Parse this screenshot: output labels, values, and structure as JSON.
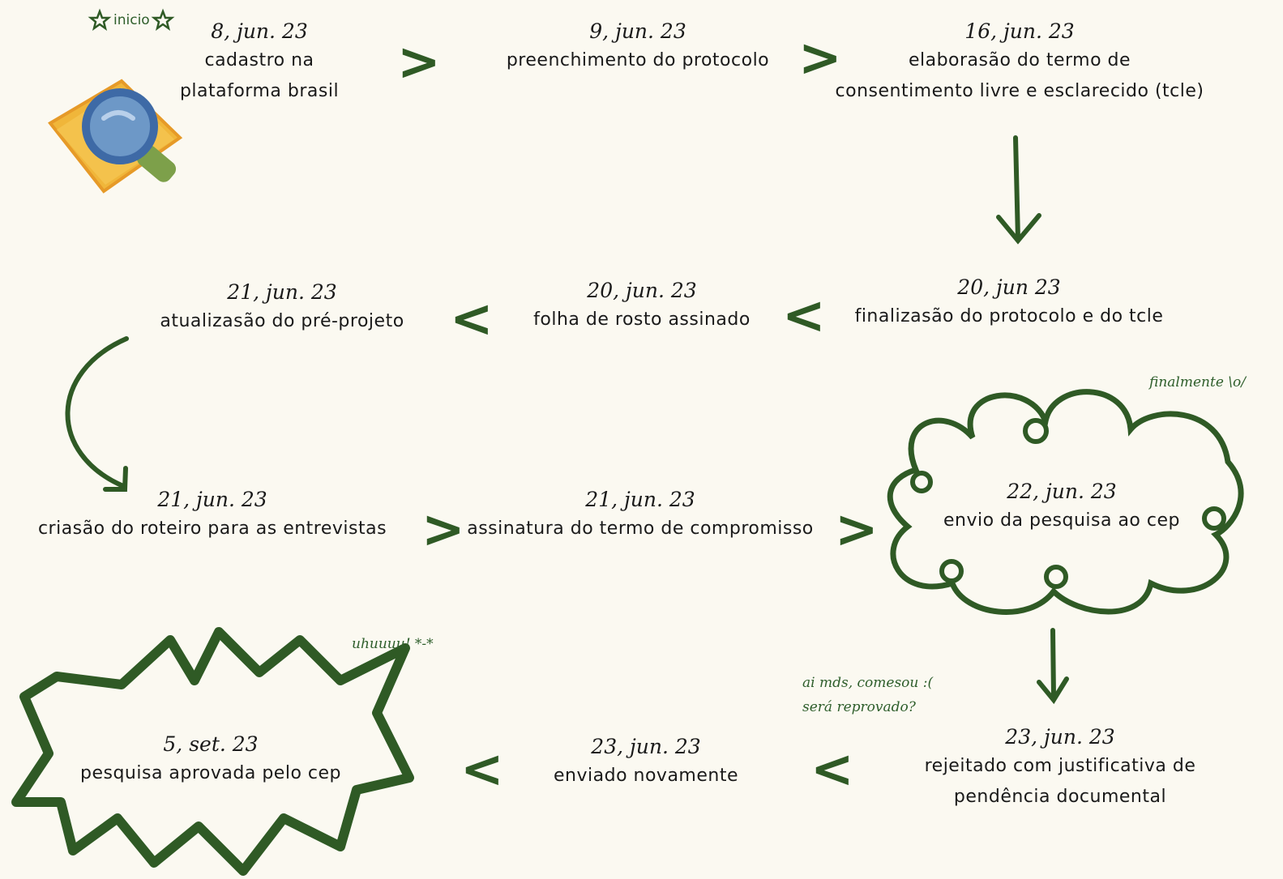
{
  "start_label": "inicio",
  "steps": [
    {
      "date": "8, jun. 23",
      "text": [
        "cadastro na",
        "plataforma brasil"
      ]
    },
    {
      "date": "9, jun. 23",
      "text": [
        "preenchimento do protocolo"
      ]
    },
    {
      "date": "16, jun. 23",
      "text": [
        "elaborasão do termo de",
        "consentimento livre e esclarecido (tcle)"
      ]
    },
    {
      "date": "20, jun 23",
      "text": [
        "finalizasão do protocolo e do tcle"
      ]
    },
    {
      "date": "20, jun. 23",
      "text": [
        "folha de rosto assinado"
      ]
    },
    {
      "date": "21, jun. 23",
      "text": [
        "atualizasão do pré-projeto"
      ]
    },
    {
      "date": "21, jun. 23",
      "text": [
        "criasão do roteiro para as entrevistas"
      ]
    },
    {
      "date": "21, jun. 23",
      "text": [
        "assinatura do termo de compromisso"
      ]
    },
    {
      "date": "22, jun. 23",
      "text": [
        "envio da pesquisa ao cep"
      ]
    },
    {
      "date": "23, jun. 23",
      "text": [
        "rejeitado com justificativa de",
        "pendência documental"
      ]
    },
    {
      "date": "23, jun. 23",
      "text": [
        "enviado novamente"
      ]
    },
    {
      "date": "5, set. 23",
      "text": [
        "pesquisa aprovada pelo cep"
      ]
    }
  ],
  "notes": {
    "finally": "finalmente \\o/",
    "worry_1": "ai mds, comesou :(",
    "worry_2": "será reprovado?",
    "celebrate": "uhuuuu! *-*"
  },
  "colors": {
    "ink": "#2f5a25",
    "background": "#fbf9f1",
    "magnifier_book": "#f0b63a",
    "magnifier_lens": "#4a78b0",
    "magnifier_handle": "#7da04a"
  },
  "icons": [
    "star-icon",
    "magnifier-book-icon"
  ]
}
